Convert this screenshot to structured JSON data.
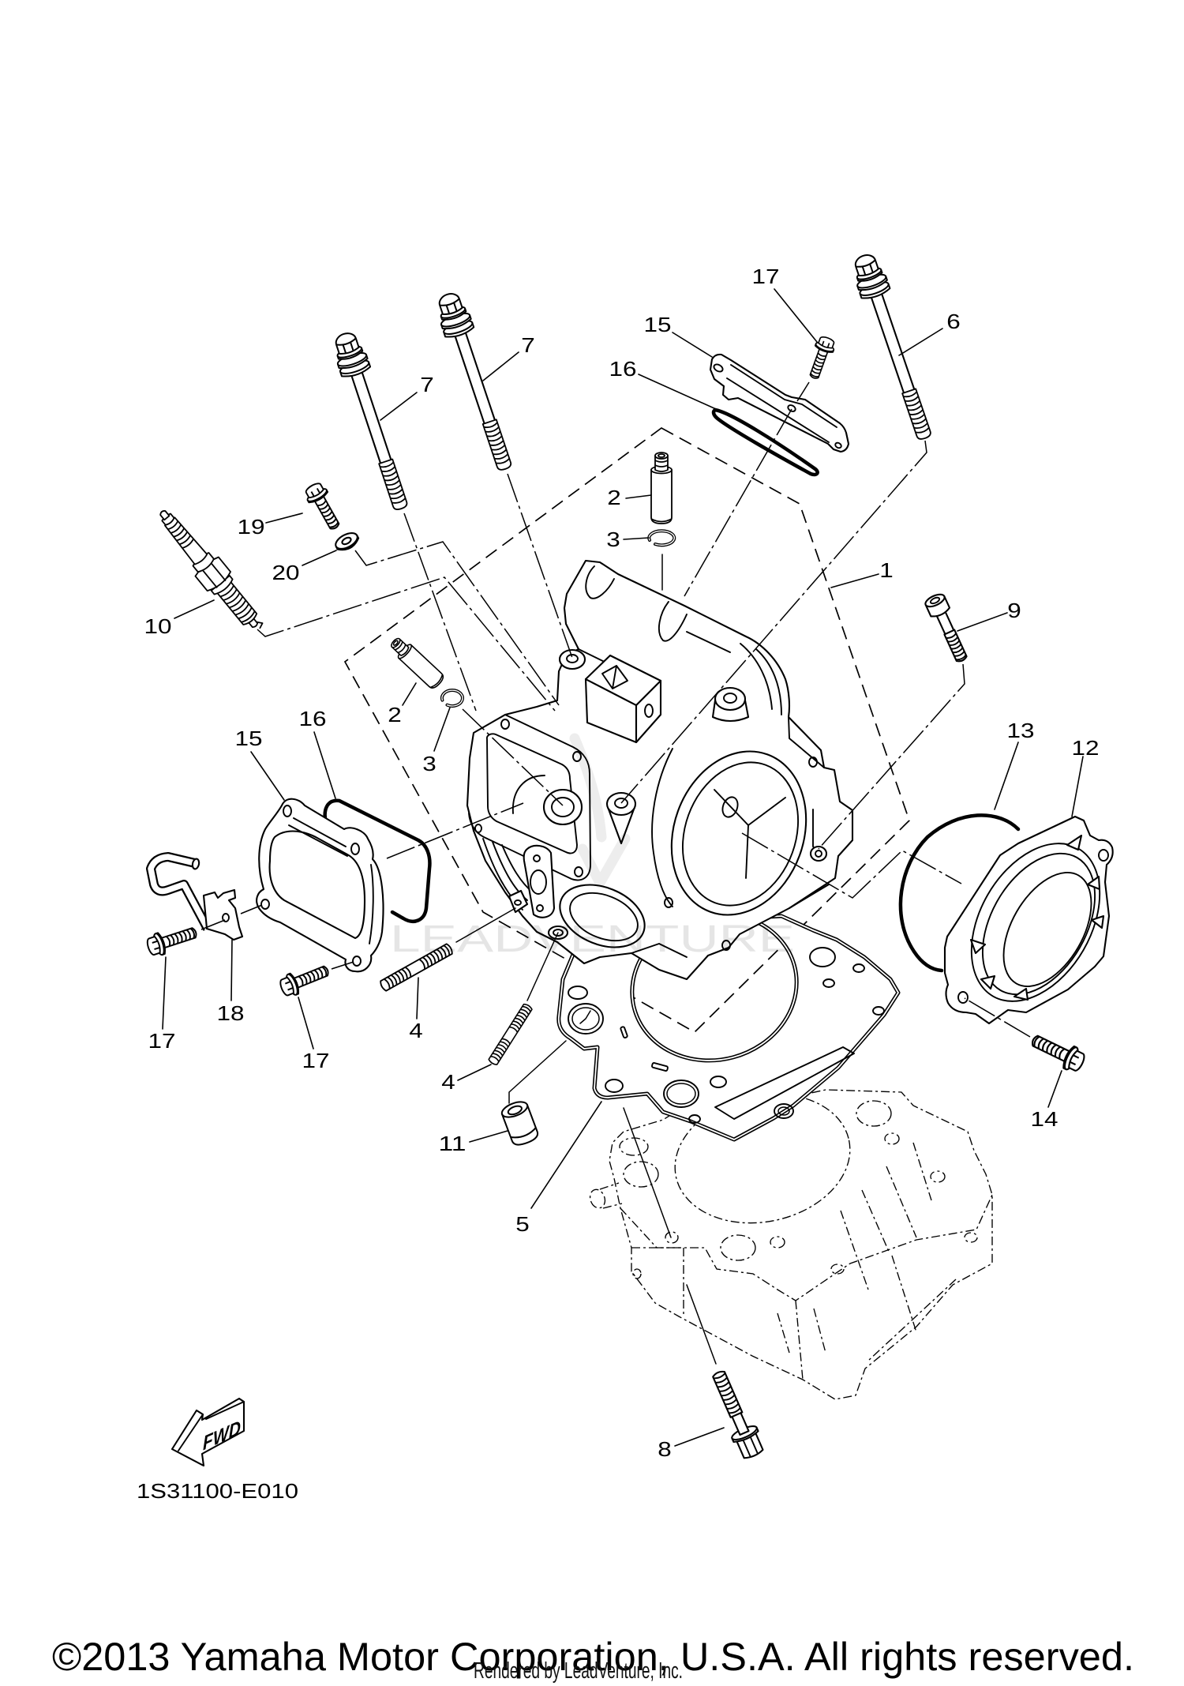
{
  "diagram": {
    "watermark": "LEADVENTURE",
    "fwd_label": "FWD",
    "fwd_icon": "fwd-arrow-icon",
    "code": "1S31100-E010"
  },
  "callouts": [
    {
      "label": "17"
    },
    {
      "label": "6"
    },
    {
      "label": "15"
    },
    {
      "label": "7"
    },
    {
      "label": "16"
    },
    {
      "label": "7"
    },
    {
      "label": "2"
    },
    {
      "label": "19"
    },
    {
      "label": "3"
    },
    {
      "label": "1"
    },
    {
      "label": "20"
    },
    {
      "label": "9"
    },
    {
      "label": "10"
    },
    {
      "label": "2"
    },
    {
      "label": "16"
    },
    {
      "label": "13"
    },
    {
      "label": "15"
    },
    {
      "label": "12"
    },
    {
      "label": "3"
    },
    {
      "label": "18"
    },
    {
      "label": "4"
    },
    {
      "label": "17"
    },
    {
      "label": "17"
    },
    {
      "label": "4"
    },
    {
      "label": "14"
    },
    {
      "label": "11"
    },
    {
      "label": "5"
    },
    {
      "label": "8"
    }
  ],
  "footer": {
    "copyright": "©2013 Yamaha Motor Corporation, U.S.A. All rights reserved.",
    "rendered_by": "Rendered by LeadVenture, Inc."
  }
}
